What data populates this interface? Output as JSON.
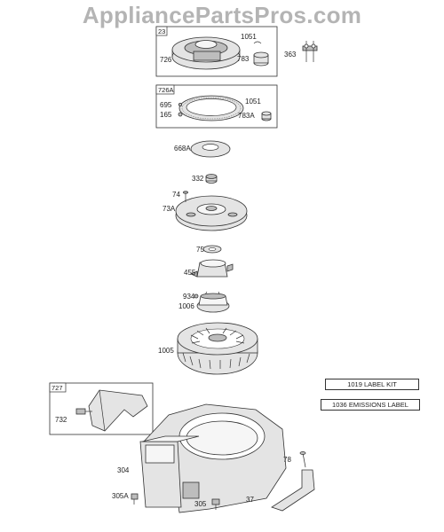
{
  "watermark": "AppliancePartsPros.com",
  "groups": {
    "g23": "23",
    "g726A": "726A",
    "g727": "727"
  },
  "labels": {
    "p726": "726",
    "p1051a": "1051",
    "p783": "783",
    "p363": "363",
    "p695": "695",
    "p165": "165",
    "p1051b": "1051",
    "p783A": "783A",
    "p668A": "668A",
    "p332": "332",
    "p74": "74",
    "p73A": "73A",
    "p75": "75",
    "p455": "455",
    "p934": "934",
    "p1006": "1006",
    "p1005": "1005",
    "p732": "732",
    "p304": "304",
    "p305A": "305A",
    "p305": "305",
    "p78": "78",
    "p37": "37"
  },
  "notes": {
    "label_kit": "1019 LABEL KIT",
    "emissions_label": "1036 EMISSIONS LABEL"
  }
}
